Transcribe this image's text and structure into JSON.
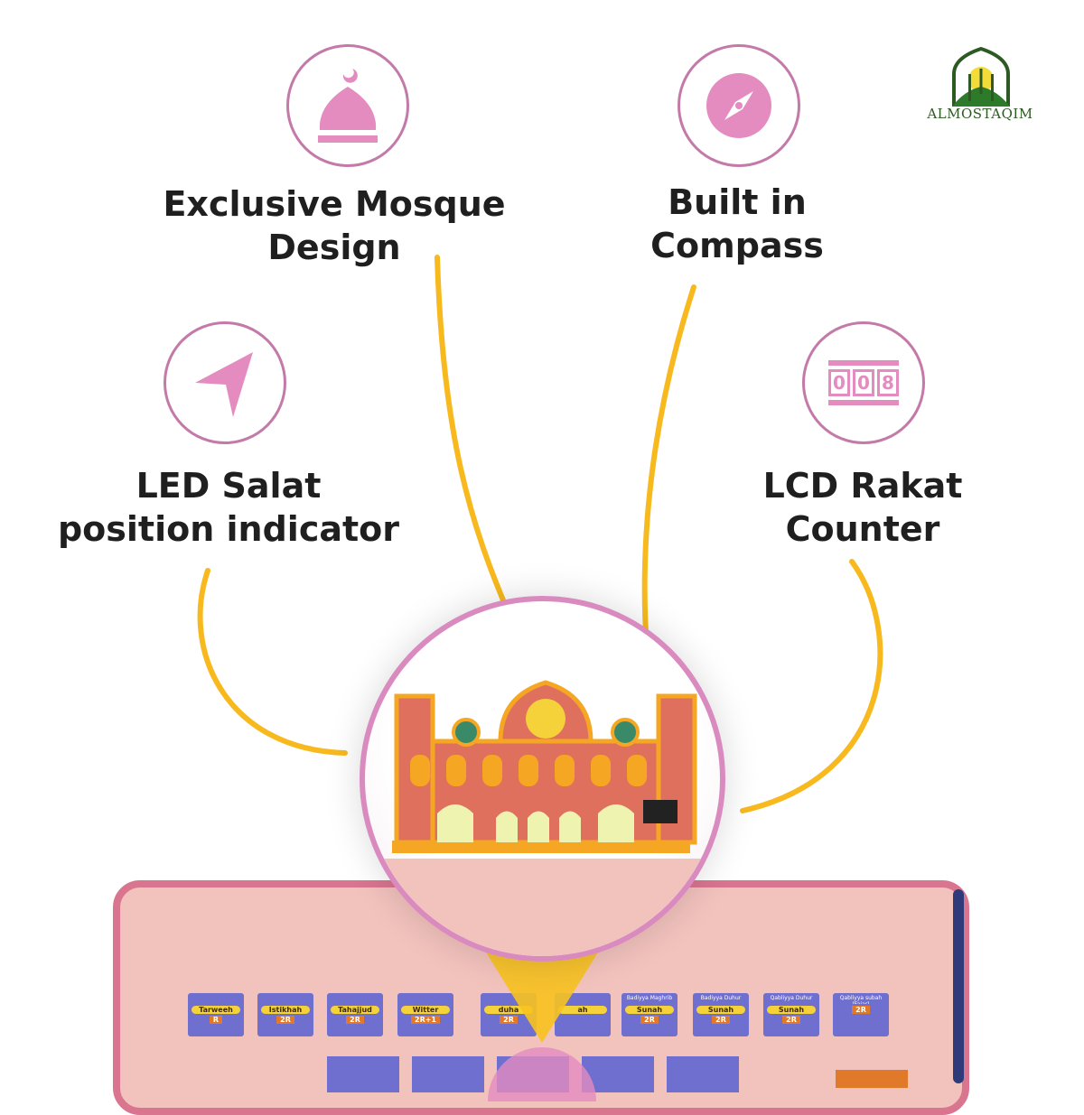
{
  "brand": {
    "name": "ALMOSTAQIM",
    "primary_color": "#2c5a22",
    "accent_color": "#f6d23a"
  },
  "features": [
    {
      "icon": "mosque-dome-icon",
      "title_line1": "Exclusive Mosque",
      "title_line2": "Design"
    },
    {
      "icon": "compass-icon",
      "title_line1": "Built in",
      "title_line2": "Compass"
    },
    {
      "icon": "navigation-arrow-icon",
      "title_line1": "LED Salat",
      "title_line2": "position indicator"
    },
    {
      "icon": "counter-digits-icon",
      "title_line1": "LCD Rakat",
      "title_line2": "Counter",
      "digits": [
        "0",
        "0",
        "8"
      ]
    }
  ],
  "colors": {
    "icon": "#e48bbf",
    "circle_border": "#c47aa8",
    "connector": "#f7b91e",
    "mat": "#f2c2bd",
    "mat_border": "#d9758f",
    "card": "#6f6fcf"
  },
  "mat_cards": [
    {
      "name": "Tarweeh",
      "rakat": "R"
    },
    {
      "name": "Istikhah",
      "rakat": "2R"
    },
    {
      "name": "Tahajjud",
      "rakat": "2R"
    },
    {
      "name": "Witter",
      "rakat": "2R+1"
    },
    {
      "name": "duha",
      "rakat": "2R"
    },
    {
      "name": "ah",
      "rakat": ""
    },
    {
      "heading": "Badiyya Maghrib",
      "name": "Sunah",
      "rakat": "2R"
    },
    {
      "heading": "Badiyya Duhur",
      "name": "Sunah",
      "rakat": "2R"
    },
    {
      "heading": "Qabliyya Duhur",
      "name": "Sunah",
      "rakat": "2R"
    },
    {
      "heading": "Qabliyya subah (Fajar)",
      "name": "",
      "rakat": "2R"
    }
  ]
}
